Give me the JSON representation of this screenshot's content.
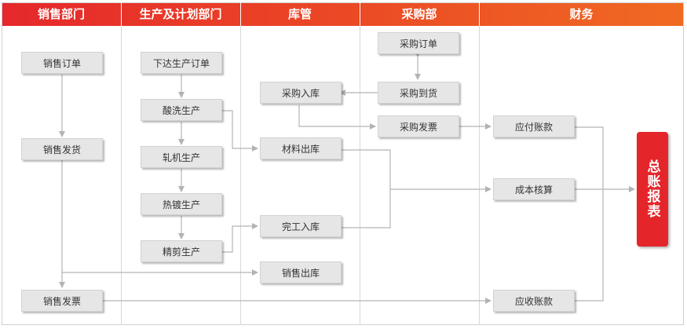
{
  "columns": [
    {
      "title": "销售部门"
    },
    {
      "title": "生产及计划部门"
    },
    {
      "title": "库管"
    },
    {
      "title": "采购部"
    },
    {
      "title": "财务"
    }
  ],
  "nodes": {
    "sales_order": "销售订单",
    "sales_shipping": "销售发货",
    "sales_invoice": "销售发票",
    "issue_production_order": "下达生产订单",
    "pickling_production": "酸洗生产",
    "rolling_production": "轧机生产",
    "hot_galvanizing_production": "热镀生产",
    "finish_cutting_production": "精剪生产",
    "purchase_receipt": "采购入库",
    "material_issue": "材料出库",
    "completion_receipt": "完工入库",
    "sales_outbound": "销售出库",
    "purchase_order": "采购订单",
    "purchase_arrival": "采购到货",
    "purchase_invoice": "采购发票",
    "accounts_payable": "应付账款",
    "cost_accounting": "成本核算",
    "accounts_receivable": "应收账款",
    "general_ledger_report": "总账报表"
  },
  "colors": {
    "header_start": "#e5282c",
    "header_end": "#f06a22",
    "node_fill": "#e6e6e6",
    "connector": "#b3b3b3",
    "report_fill": "#e4262b"
  }
}
